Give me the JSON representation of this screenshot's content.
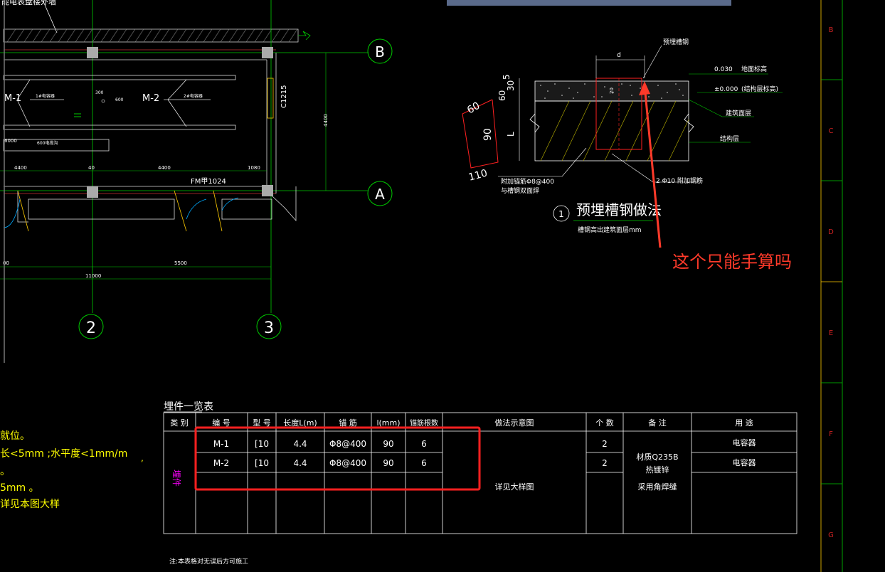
{
  "colors": {
    "background": "#000000",
    "line_white": "#ffffff",
    "line_green": "#00cc00",
    "text_yellow": "#ffff00",
    "text_magenta": "#ff00ff",
    "highlight_red": "#ff2020",
    "annotation_red": "#ff3a2a",
    "panel_blue": "#5a6a8a"
  },
  "plan": {
    "top_wall_label": "能电表盘楼外墙",
    "axis_b": "B",
    "axis_a": "A",
    "axis_2": "2",
    "axis_3": "3",
    "label_m1": "M-1",
    "label_m2": "M-2",
    "note_m1": "1#电容器",
    "note_m2": "2#电容器",
    "elev_top": "300",
    "elev_mid": "600",
    "dim_6000": "6000",
    "note_6000": "600电缆沟",
    "dim_4400_left": "4400",
    "dim_40": "40",
    "dim_4400_right": "4400",
    "dim_1080": "1080",
    "door_fm": "FM甲1024",
    "window_c": "C1215",
    "dim_vertical": "4400",
    "dim_5500": "5500",
    "dim_00": "00",
    "dim_11000": "11000"
  },
  "detail": {
    "label_embedded": "预埋槽钢",
    "dim_d": "d",
    "dim_5": "5",
    "dim_30": "30",
    "dim_60": "60",
    "dim_L": "L",
    "dim_20": "20",
    "elev_0030": "0.030",
    "elev_0030_note": "地面标高",
    "elev_0000": "±0.000",
    "elev_0000_note": "(结构层标高)",
    "layer_surface": "建筑面层",
    "layer_structure": "结构层",
    "rebar_note_1": "附加锚筋Φ8@400",
    "rebar_note_2": "与槽钢双面焊",
    "rebar_add": "2 Φ10 附加钢筋",
    "profile_60": "60",
    "profile_90": "90",
    "profile_110": "110",
    "title_num": "1",
    "title": "预埋槽钢做法",
    "subtitle": "槽钢高出建筑面层mm"
  },
  "annotation": {
    "text": "这个只能手算吗"
  },
  "notes": {
    "line1": "就位。",
    "line2": "长<5mm  ;水平度<1mm/m",
    "line2_end": ",",
    "line3": "。",
    "line4": "5mm  。",
    "line5": "详见本图大样"
  },
  "table": {
    "title": "埋件一览表",
    "headers": {
      "category": "类  别",
      "number": "编  号",
      "model": "型 号",
      "length": "长度L(m)",
      "anchor": "锚  筋",
      "l": "l(mm)",
      "count_anchor": "锚筋根数",
      "diagram": "做法示意图",
      "qty": "个 数",
      "remark": "备  注",
      "usage": "用  途"
    },
    "category_value": "埋件",
    "rows": [
      {
        "number": "M-1",
        "model": "[10",
        "length": "4.4",
        "anchor": "Φ8@400",
        "l": "90",
        "count_anchor": "6",
        "qty": "2",
        "usage": "电容器"
      },
      {
        "number": "M-2",
        "model": "[10",
        "length": "4.4",
        "anchor": "Φ8@400",
        "l": "90",
        "count_anchor": "6",
        "qty": "2",
        "usage": "电容器"
      }
    ],
    "diagram_note": "详见大样图",
    "remark_1": "材质Q235B",
    "remark_2": "热镀锌",
    "remark_3": "采用角焊缝",
    "footnote": "注:本表格对无误后方可施工"
  },
  "border": {
    "letters": [
      "B",
      "C",
      "D",
      "E",
      "F",
      "G"
    ]
  }
}
